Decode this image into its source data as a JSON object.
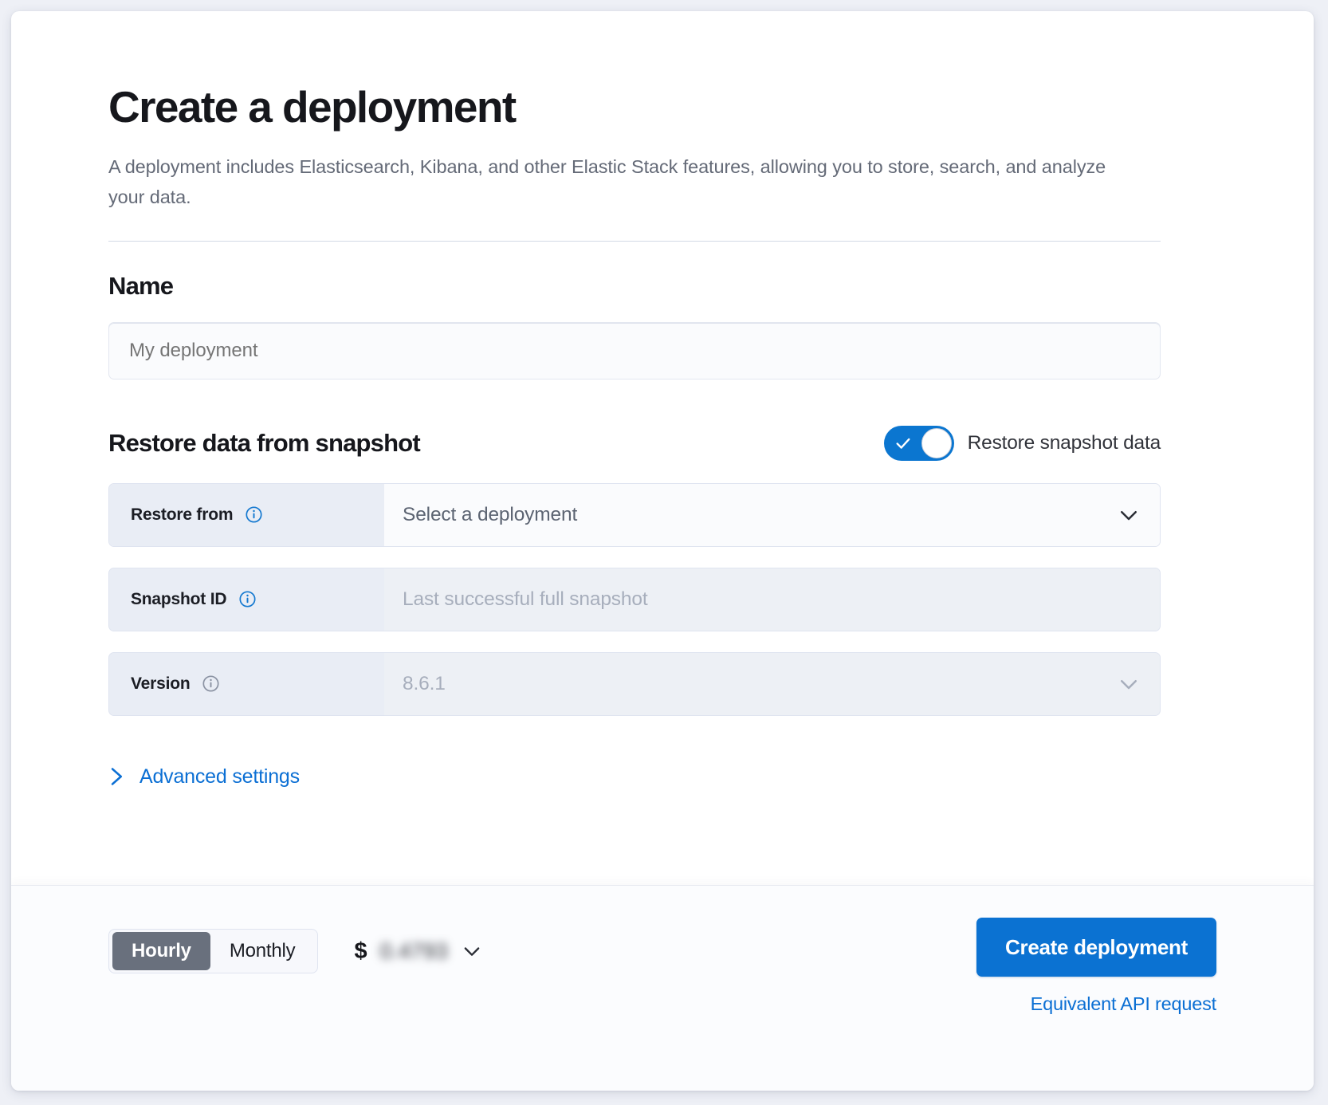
{
  "header": {
    "title": "Create a deployment",
    "subtitle": "A deployment includes Elasticsearch, Kibana, and other Elastic Stack features, allowing you to store, search, and analyze your data."
  },
  "name_section": {
    "heading": "Name",
    "input_placeholder": "My deployment",
    "input_value": ""
  },
  "restore_section": {
    "heading": "Restore data from snapshot",
    "toggle": {
      "label": "Restore snapshot data",
      "state": "on",
      "accent_color": "#0b76d0"
    },
    "rows": [
      {
        "label": "Restore from",
        "info_icon": "info-circle-icon",
        "info_icon_color": "#1579d0",
        "value": "Select a deployment",
        "control": "dropdown",
        "disabled": false
      },
      {
        "label": "Snapshot ID",
        "info_icon": "info-circle-icon",
        "info_icon_color": "#1579d0",
        "value": "Last successful full snapshot",
        "control": "text",
        "disabled": true
      },
      {
        "label": "Version",
        "info_icon": "info-circle-icon",
        "info_icon_color": "#8b93a3",
        "value": "8.6.1",
        "control": "dropdown",
        "disabled": true
      }
    ],
    "advanced_link": "Advanced settings"
  },
  "bottom_bar": {
    "billing_options": [
      {
        "label": "Hourly",
        "selected": true
      },
      {
        "label": "Monthly",
        "selected": false
      }
    ],
    "price": {
      "currency_symbol": "$",
      "amount": "0.4793",
      "redacted": true
    },
    "create_button": "Create deployment",
    "api_link": "Equivalent API request"
  },
  "colors": {
    "primary_blue": "#0b72d2",
    "link_blue": "#0b6fd4",
    "label_bg": "#e9edf5",
    "disabled_bg": "#edf0f5",
    "border": "#dfe4f0",
    "segment_active": "#69707d"
  }
}
